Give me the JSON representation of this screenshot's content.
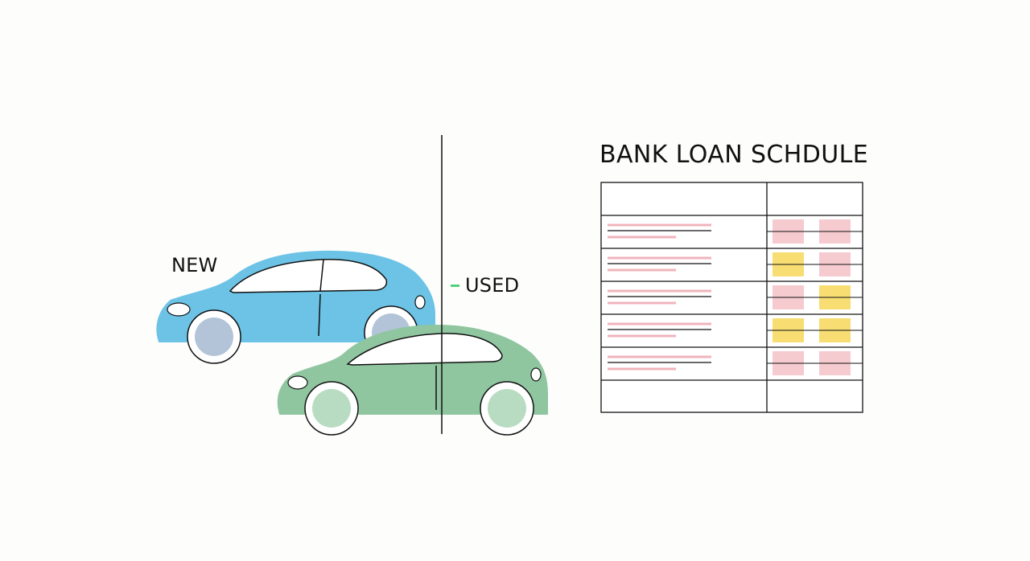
{
  "labels": {
    "new": "NEW",
    "used": "USED",
    "table_title": "BANK LOAN SCHDULE"
  },
  "colors": {
    "new_car": "#6cc3e6",
    "used_car": "#8fc6a0",
    "wheel_hub_new": "#b3c4d8",
    "wheel_hub_used": "#b8dcc2",
    "pink_cell": "#f5cbd0",
    "yellow_cell": "#f8de72",
    "text_line_pink": "#f0b4bc",
    "used_accent": "#4fd27a"
  },
  "schedule": {
    "rows": [
      {
        "cells": [
          "pink",
          "pink"
        ]
      },
      {
        "cells": [
          "yellow",
          "pink"
        ]
      },
      {
        "cells": [
          "pink",
          "yellow"
        ]
      },
      {
        "cells": [
          "yellow",
          "yellow"
        ]
      },
      {
        "cells": [
          "pink",
          "pink"
        ]
      }
    ]
  }
}
